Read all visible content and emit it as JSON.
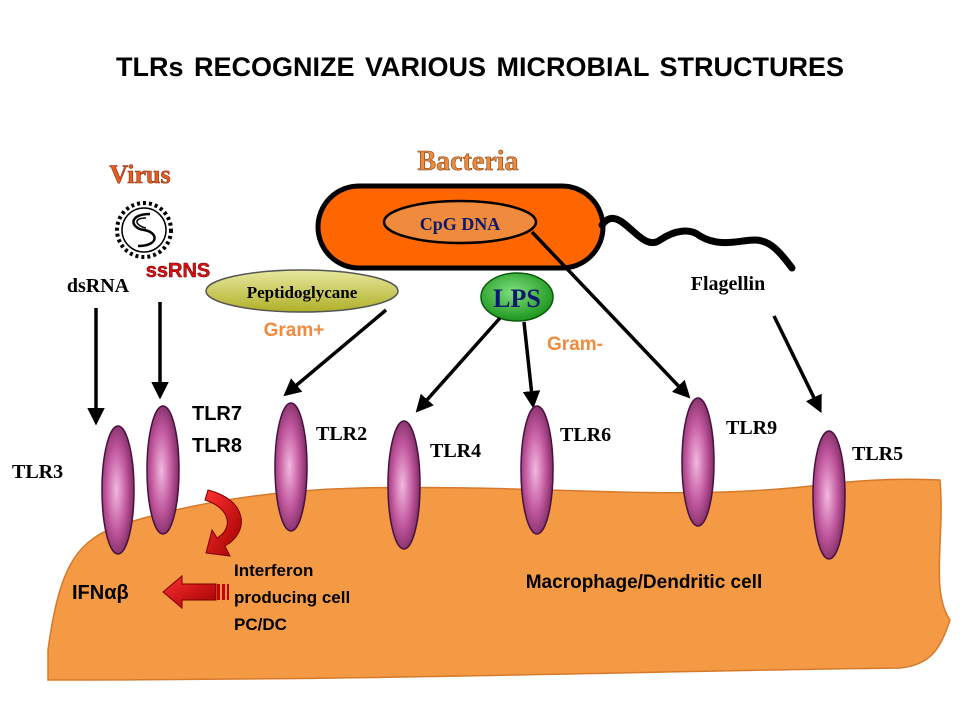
{
  "title": "TLRs RECOGNIZE VARIOUS MICROBIAL STRUCTURES",
  "colors": {
    "cell": "#f49a45",
    "bacteria": "#ff6600",
    "receptor": "#c0569c",
    "lps": "#22aa22",
    "peptidoglycan": "#d4d450",
    "accent": "#f08a3c",
    "virus_label": "#e85a20",
    "ssrns": "#d81010",
    "arrow_red": "#dd1111"
  },
  "labels": {
    "virus": "Virus",
    "bacteria": "Bacteria",
    "cpg_dna": "CpG DNA",
    "ssrns": "ssRNS",
    "dsrna": "dsRNA",
    "peptidoglycane": "Peptidoglycane",
    "lps": "LPS",
    "flagellin": "Flagellin",
    "gram_pos": "Gram+",
    "gram_neg": "Gram-",
    "tlr3": "TLR3",
    "tlr7": "TLR7",
    "tlr8": "TLR8",
    "tlr2": "TLR2",
    "tlr4": "TLR4",
    "tlr6": "TLR6",
    "tlr9": "TLR9",
    "tlr5": "TLR5",
    "ifn": "IFNαβ",
    "interferon_1": "Interferon",
    "interferon_2": "producing cell",
    "interferon_3": "PC/DC",
    "macrophage": "Macrophage/Dendritic cell"
  }
}
